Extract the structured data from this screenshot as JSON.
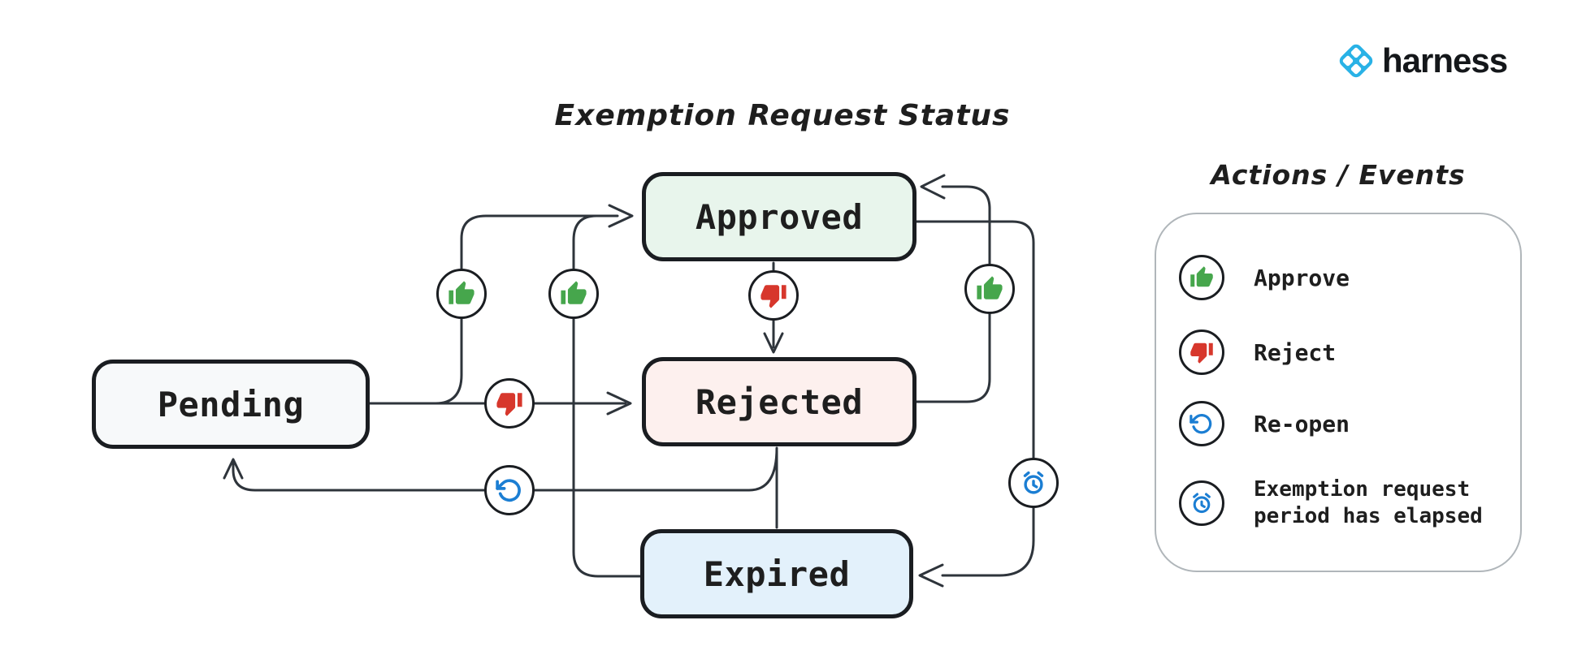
{
  "title": "Exemption Request Status",
  "brand": {
    "name": "harness",
    "icon": "harness-diamond-icon",
    "color": "#29b2e6"
  },
  "states": {
    "approved": {
      "label": "Approved",
      "fill": "#e8f5ec"
    },
    "pending": {
      "label": "Pending",
      "fill": "#f7f9fa"
    },
    "rejected": {
      "label": "Rejected",
      "fill": "#fdf0ee"
    },
    "expired": {
      "label": "Expired",
      "fill": "#e3f1fb"
    }
  },
  "actions": {
    "approve": {
      "icon": "thumb-up-icon",
      "color": "#46a64c"
    },
    "reject": {
      "icon": "thumb-down-icon",
      "color": "#d7372c"
    },
    "reopen": {
      "icon": "reopen-icon",
      "color": "#1b7ed3"
    },
    "elapsed": {
      "icon": "alarm-icon",
      "color": "#1b7ed3"
    }
  },
  "edges": [
    {
      "from": "Pending",
      "to": "Approved",
      "action": "approve"
    },
    {
      "from": "Pending",
      "to": "Rejected",
      "action": "reject"
    },
    {
      "from": "Approved",
      "to": "Rejected",
      "action": "reject"
    },
    {
      "from": "Rejected",
      "to": "Pending",
      "action": "reopen"
    },
    {
      "from": "Rejected",
      "to": "Expired",
      "action": ""
    },
    {
      "from": "Expired",
      "to": "Approved",
      "action": "approve"
    },
    {
      "from": "Rejected",
      "to": "Approved",
      "action": "approve"
    },
    {
      "from": "Approved",
      "to": "Expired",
      "action": "elapsed"
    }
  ],
  "legend": {
    "title": "Actions / Events",
    "items": [
      {
        "icon": "thumb-up-icon",
        "label": "Approve"
      },
      {
        "icon": "thumb-down-icon",
        "label": "Reject"
      },
      {
        "icon": "reopen-icon",
        "label": "Re-open"
      },
      {
        "icon": "alarm-icon",
        "label": "Exemption request period has elapsed"
      }
    ]
  }
}
